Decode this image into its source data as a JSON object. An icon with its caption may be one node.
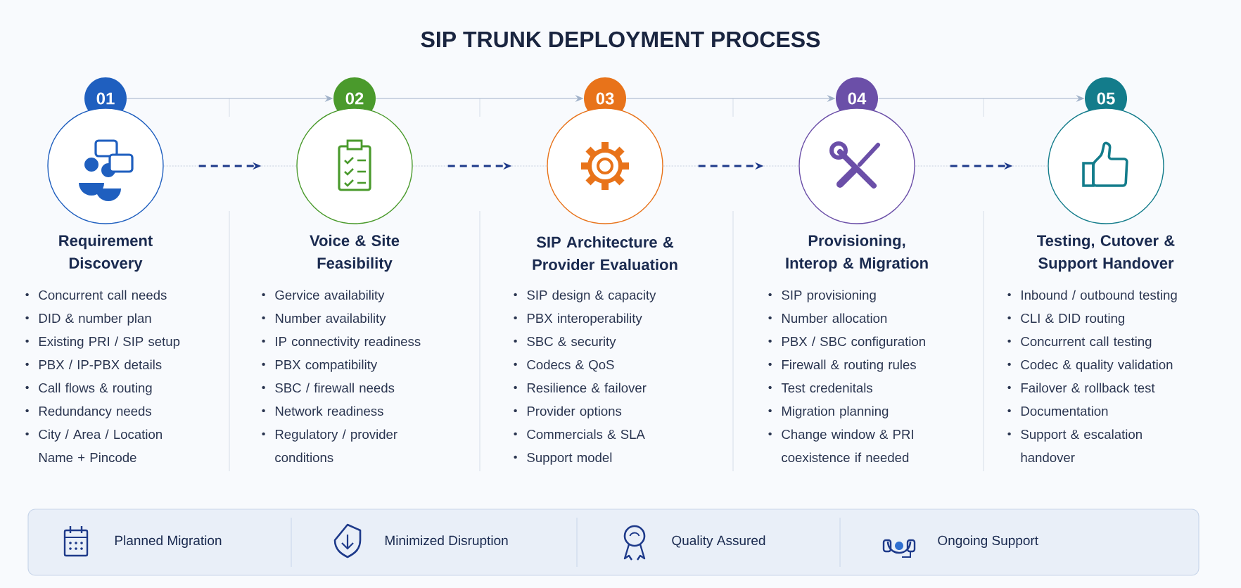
{
  "diagram": {
    "title": "SIP TRUNK DEPLOYMENT PROCESS",
    "nodes": [
      {
        "text": [
          "01"
        ]
      },
      {
        "text": [
          "Requirement Discovery"
        ],
        "beside": [
          "Concurrent call needs",
          "DID & number plan",
          "Existing PRI / SIP setup",
          "PBX / IP-PBX details",
          "Call flows & routing",
          "Redundancy needs",
          "City / Area / Location Name + Pincode"
        ]
      },
      {
        "text": [
          "02"
        ]
      },
      {
        "text": [
          "Voice & Site Feasibility"
        ],
        "beside": [
          "Gervice availability",
          "Number availability",
          "IP connectivity readiness",
          "PBX compatibility",
          "SBC / firewall needs",
          "Network readiness",
          "Regulatory / provider conditions"
        ]
      },
      {
        "text": [
          "03"
        ]
      },
      {
        "text": [
          "SIP Architecture & Provider Evaluation"
        ],
        "beside": [
          "SIP design & capacity",
          "PBX interoperability",
          "SBC & security",
          "Codecs & QoS",
          "Resilience & failover",
          "Provider options",
          "Commercials & SLA",
          "Support model"
        ]
      },
      {
        "text": [
          "04"
        ]
      },
      {
        "text": [
          "Provisioning, Interop & Migration"
        ],
        "beside": [
          "SIP provisioning",
          "Number allocation",
          "PBX / SBC configuration",
          "Firewall & routing rules",
          "Test credenitals",
          "Migration planning",
          "Change window & PRI coexistence if needed"
        ]
      },
      {
        "text": [
          "05"
        ]
      },
      {
        "text": [
          "Testing, Cutover & Support Handover"
        ],
        "beside": [
          "Inbound / outbound testing",
          "CLI & DID routing",
          "Concurrent call testing",
          "Codec & quality validation",
          "Failover & rollback test",
          "Documentation",
          "Support & escalation handover"
        ]
      }
    ],
    "edges": [
      {
        "from": 0,
        "to": 2,
        "arrow": "to"
      },
      {
        "from": 2,
        "to": 4,
        "arrow": "to"
      },
      {
        "from": 4,
        "to": 6,
        "arrow": "to"
      },
      {
        "from": 6,
        "to": 8,
        "arrow": "to"
      },
      {
        "from": 1,
        "to": 3,
        "arrow": "to",
        "style": "dashed",
        "color": "#1e3a8a"
      },
      {
        "from": 3,
        "to": 5,
        "arrow": "to",
        "style": "dashed",
        "color": "#1e3a8a"
      },
      {
        "from": 5,
        "to": 7,
        "arrow": "to",
        "style": "dashed",
        "color": "#1e3a8a"
      },
      {
        "from": 7,
        "to": 9,
        "arrow": "to",
        "style": "dashed",
        "color": "#1e3a8a"
      }
    ],
    "labels": [
      "Planned Migration",
      "Minimized Disruption",
      "Quality Assured",
      "Ongoing Support"
    ]
  }
}
